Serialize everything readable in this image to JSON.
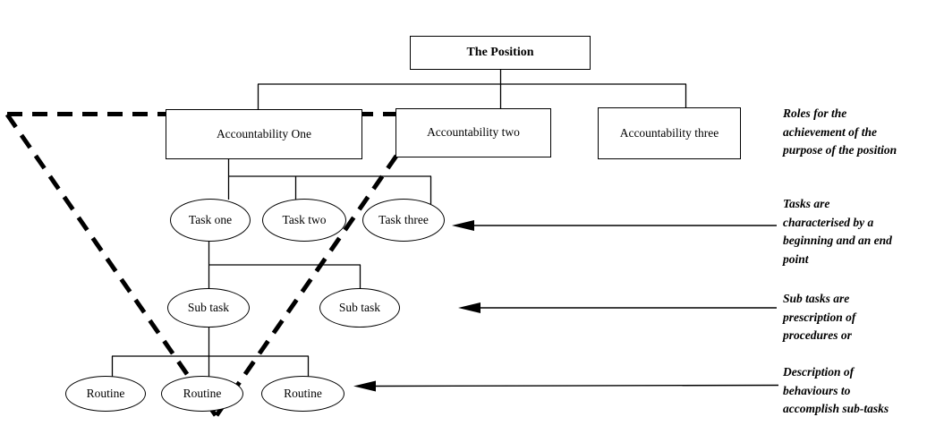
{
  "diagram": {
    "position": {
      "label": "The Position"
    },
    "accountabilities": [
      {
        "label": "Accountability One"
      },
      {
        "label": "Accountability two"
      },
      {
        "label": "Accountability three"
      }
    ],
    "tasks": [
      {
        "label": "Task one"
      },
      {
        "label": "Task two"
      },
      {
        "label": "Task three"
      }
    ],
    "subtasks": [
      {
        "label": "Sub task"
      },
      {
        "label": "Sub task"
      }
    ],
    "routines": [
      {
        "label": "Routine"
      },
      {
        "label": "Routine"
      },
      {
        "label": "Routine"
      }
    ]
  },
  "annotations": [
    {
      "text": "Roles for the achievement of the purpose of the position",
      "lines": [
        "Roles for the",
        "achievement of the",
        "purpose of the position"
      ]
    },
    {
      "text": "Tasks are characterised by a beginning and an end point",
      "lines": [
        "Tasks are",
        "characterised by a",
        "beginning and an end",
        "point"
      ]
    },
    {
      "text": "Sub tasks are prescription of procedures or",
      "lines": [
        "Sub tasks are",
        "prescription of",
        "procedures or"
      ]
    },
    {
      "text": "Description of behaviours to accomplish sub-tasks",
      "lines": [
        "Description of",
        "behaviours to",
        "accomplish sub-tasks"
      ]
    }
  ],
  "colors": {
    "ink": "#000000",
    "background": "#ffffff"
  }
}
